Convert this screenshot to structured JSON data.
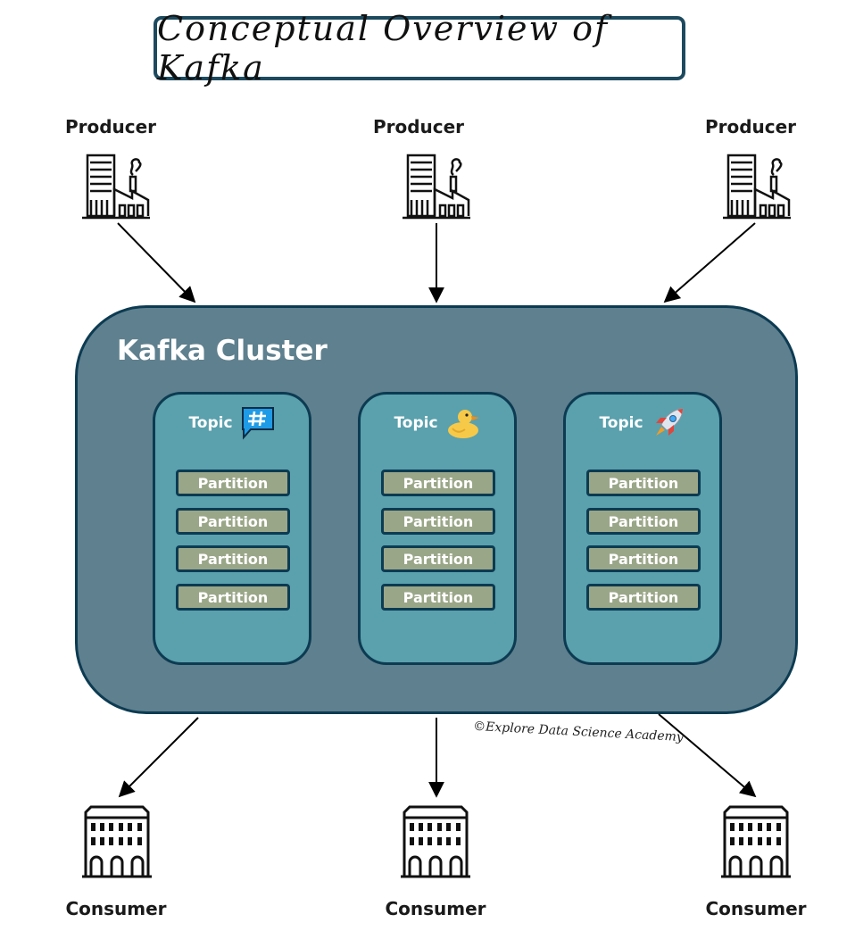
{
  "title": "Conceptual Overview of Kafka",
  "producers": [
    {
      "label": "Producer"
    },
    {
      "label": "Producer"
    },
    {
      "label": "Producer"
    }
  ],
  "cluster": {
    "title": "Kafka Cluster",
    "topics": [
      {
        "label": "Topic",
        "icon": "hashtag-chat-icon",
        "partitions": [
          "Partition",
          "Partition",
          "Partition",
          "Partition"
        ]
      },
      {
        "label": "Topic",
        "icon": "rubber-duck-icon",
        "partitions": [
          "Partition",
          "Partition",
          "Partition",
          "Partition"
        ]
      },
      {
        "label": "Topic",
        "icon": "rocket-icon",
        "partitions": [
          "Partition",
          "Partition",
          "Partition",
          "Partition"
        ]
      }
    ]
  },
  "consumers": [
    {
      "label": "Consumer"
    },
    {
      "label": "Consumer"
    },
    {
      "label": "Consumer"
    }
  ],
  "copyright": "©Explore Data Science Academy",
  "colors": {
    "cluster_fill": "#5f808e",
    "topic_fill": "#5aa1ad",
    "partition_fill": "#9aa688",
    "outline": "#0c3b52",
    "title_border": "#1d4a5e"
  }
}
